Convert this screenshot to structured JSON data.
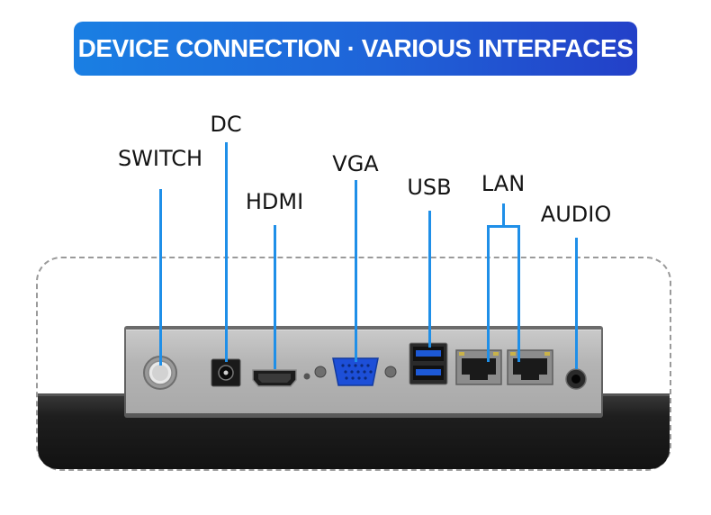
{
  "banner": {
    "title": "DEVICE CONNECTION · VARIOUS INTERFACES"
  },
  "labels": {
    "switch": "SWITCH",
    "dc": "DC",
    "hdmi": "HDMI",
    "vga": "VGA",
    "usb": "USB",
    "lan": "LAN",
    "audio": "AUDIO"
  },
  "colors": {
    "banner_start": "#1a7fe3",
    "banner_end": "#2340c8",
    "leader_line": "#1f8fe8",
    "vga_port": "#1d4fd8",
    "usb_port": "#1d59d6"
  },
  "icons": [
    "power-button",
    "dc-jack",
    "hdmi-port",
    "vga-port",
    "usb-port",
    "lan-port",
    "audio-jack"
  ]
}
